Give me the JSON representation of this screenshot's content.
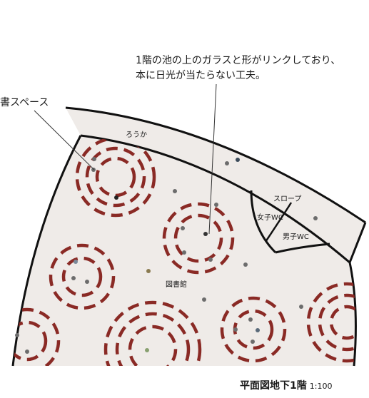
{
  "annotations": {
    "caption_line1": "1階の池の上のガラスと形がリンクしており、",
    "caption_line2": "本に日光が当たらない工夫。",
    "reading_space": "読書スペース"
  },
  "rooms": {
    "corridor": "ろうか",
    "slope": "スロープ",
    "women_wc": "女子WC",
    "men_wc": "男子WC",
    "library": "図書館"
  },
  "title": {
    "main": "平面図地下1階",
    "scale": "1:100"
  },
  "colors": {
    "floor": "#efebe8",
    "wall": "#111111",
    "shelf": "#8a2a25"
  }
}
